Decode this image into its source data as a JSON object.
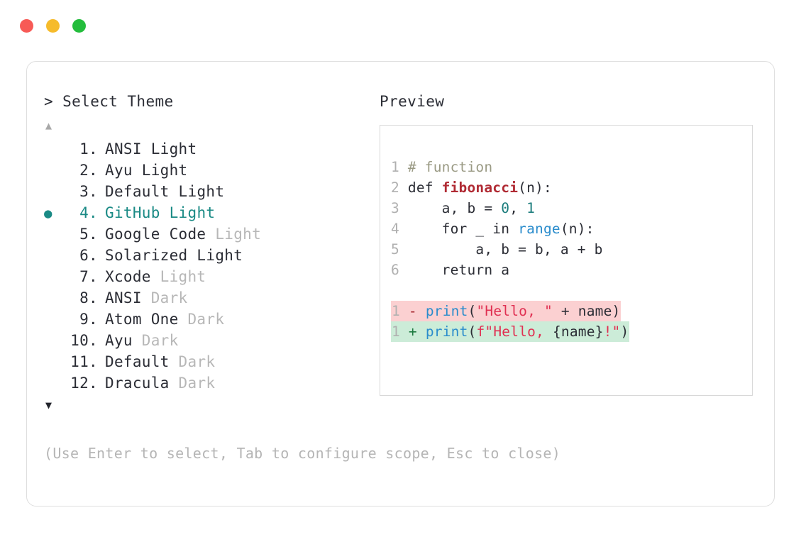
{
  "window": {
    "traffic_lights": [
      {
        "name": "close",
        "color": "#f75a56"
      },
      {
        "name": "minimize",
        "color": "#f6bb2b"
      },
      {
        "name": "maximize",
        "color": "#24bd3c"
      }
    ]
  },
  "selector": {
    "prompt": "> Select Theme",
    "scroll_up_glyph": "▲",
    "scroll_down_glyph": "▼",
    "selected_bullet": "●",
    "selected_index": 4,
    "accent_color": "#1a8a85",
    "items": [
      {
        "index": "1.",
        "name": "ANSI",
        "variant": " Light",
        "variant_dim": false,
        "selected": false
      },
      {
        "index": "2.",
        "name": "Ayu",
        "variant": " Light",
        "variant_dim": false,
        "selected": false
      },
      {
        "index": "3.",
        "name": "Default",
        "variant": " Light",
        "variant_dim": false,
        "selected": false
      },
      {
        "index": "4.",
        "name": "GitHub",
        "variant": " Light",
        "variant_dim": false,
        "selected": true
      },
      {
        "index": "5.",
        "name": "Google Code",
        "variant": " Light",
        "variant_dim": true,
        "selected": false
      },
      {
        "index": "6.",
        "name": "Solarized Light",
        "variant": "",
        "variant_dim": false,
        "selected": false
      },
      {
        "index": "7.",
        "name": "Xcode",
        "variant": " Light",
        "variant_dim": true,
        "selected": false
      },
      {
        "index": "8.",
        "name": "ANSI",
        "variant": " Dark",
        "variant_dim": true,
        "selected": false
      },
      {
        "index": "9.",
        "name": "Atom One",
        "variant": " Dark",
        "variant_dim": true,
        "selected": false
      },
      {
        "index": "10.",
        "name": "Ayu",
        "variant": " Dark",
        "variant_dim": true,
        "selected": false
      },
      {
        "index": "11.",
        "name": "Default",
        "variant": " Dark",
        "variant_dim": true,
        "selected": false
      },
      {
        "index": "12.",
        "name": "Dracula",
        "variant": " Dark",
        "variant_dim": true,
        "selected": false
      }
    ],
    "hint": "(Use Enter to select, Tab to configure scope, Esc to close)"
  },
  "preview": {
    "label": "Preview",
    "code": {
      "line1": {
        "no": "1",
        "comment": "# function"
      },
      "line2": {
        "no": "2",
        "kw": "def ",
        "fname": "fibonacci",
        "rest": "(n):"
      },
      "line3": {
        "no": "3",
        "pre": "    a, b = ",
        "n0": "0",
        "mid": ", ",
        "n1": "1"
      },
      "line4": {
        "no": "4",
        "pre": "    for _ in ",
        "builtin": "range",
        "rest": "(n):"
      },
      "line5": {
        "no": "5",
        "text": "        a, b = b, a + b"
      },
      "line6": {
        "no": "6",
        "text": "    return a"
      }
    },
    "diff": {
      "removed": {
        "no": "1",
        "sign": "-",
        "fn": "print",
        "open": "(",
        "str": "\"Hello, \"",
        "tail": " + name)"
      },
      "added": {
        "no": "1",
        "sign": "+",
        "fn": "print",
        "open": "(",
        "str": "f\"Hello, ",
        "mid": "{name}",
        "bang": "!",
        "quote": "\"",
        "close": ")"
      }
    }
  }
}
